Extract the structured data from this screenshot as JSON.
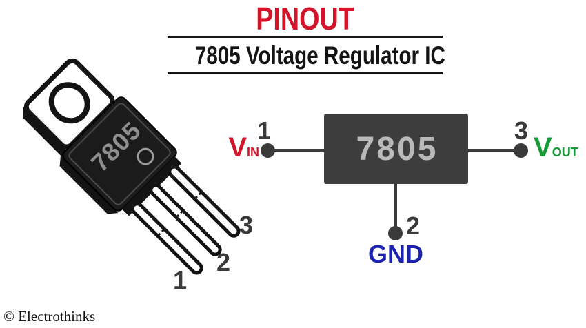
{
  "header": {
    "title": "PINOUT",
    "subtitle": "7805 Voltage Regulator IC"
  },
  "package_illustration": {
    "part_label": "7805",
    "pin_labels": [
      "1",
      "2",
      "3"
    ]
  },
  "schematic": {
    "chip_label": "7805",
    "input": {
      "pin_number": "1",
      "label_main": "V",
      "label_sub": "IN"
    },
    "ground": {
      "pin_number": "2",
      "label": "GND"
    },
    "output": {
      "pin_number": "3",
      "label_main": "V",
      "label_sub": "OUT"
    }
  },
  "footer": {
    "copyright": "© Electrothinks"
  },
  "colors": {
    "title_red": "#d2152b",
    "vin_red": "#d2152b",
    "vout_green": "#169a36",
    "gnd_blue": "#1c24af",
    "wire_dark": "#3a3a3a",
    "chip_box_fill": "#3d3d3d",
    "chip_box_text": "#b9b9b9"
  }
}
